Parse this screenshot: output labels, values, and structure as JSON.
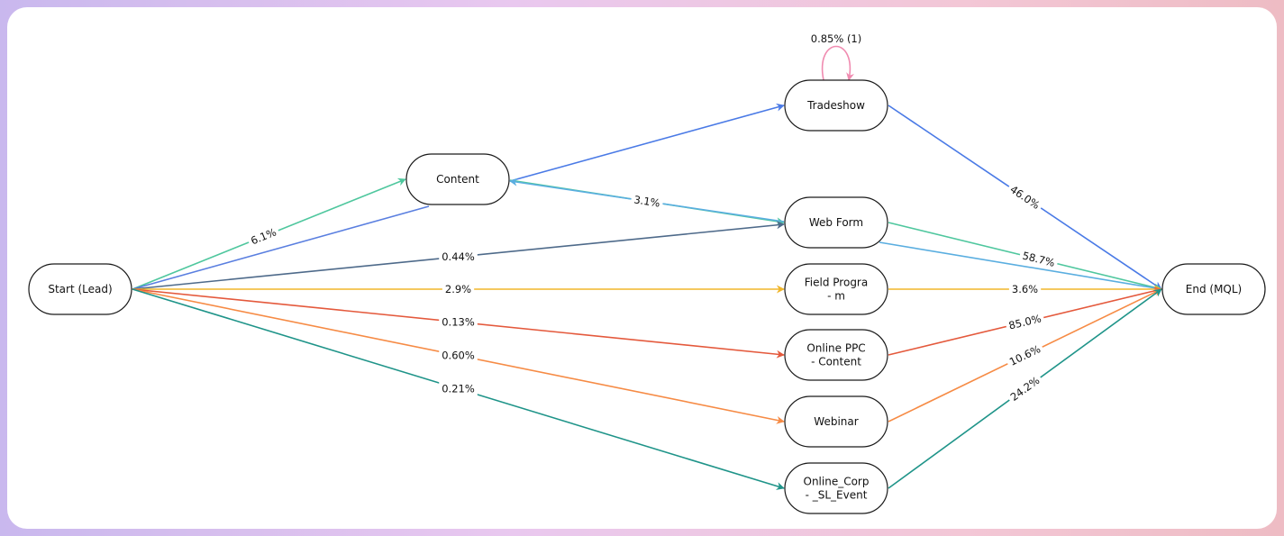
{
  "nodes": [
    {
      "id": "start",
      "lines": [
        "Start (Lead)"
      ]
    },
    {
      "id": "content",
      "lines": [
        "Content"
      ]
    },
    {
      "id": "tradeshow",
      "lines": [
        "Tradeshow"
      ]
    },
    {
      "id": "webform",
      "lines": [
        "Web Form"
      ]
    },
    {
      "id": "field",
      "lines": [
        "Field Progra",
        "- m"
      ]
    },
    {
      "id": "ppc",
      "lines": [
        "Online PPC",
        "- Content"
      ]
    },
    {
      "id": "webinar",
      "lines": [
        "Webinar"
      ]
    },
    {
      "id": "corp",
      "lines": [
        "Online_Corp",
        "- _SL_Event"
      ]
    },
    {
      "id": "end",
      "lines": [
        "End (MQL)"
      ]
    }
  ],
  "edges": [
    {
      "from": "start",
      "to": "content",
      "label": "6.1%",
      "color": "#4fc79e"
    },
    {
      "from": "content",
      "to": "start",
      "label": "",
      "color": "#5a7fe0"
    },
    {
      "from": "content",
      "to": "tradeshow",
      "label": "",
      "color": "#4a7ae6"
    },
    {
      "from": "content",
      "to": "webform",
      "label": "3.1%",
      "color": "#4fc79e"
    },
    {
      "from": "webform",
      "to": "content",
      "label": "",
      "color": "#5aaee0"
    },
    {
      "from": "start",
      "to": "webform",
      "label": "0.44%",
      "color": "#4e6a8a"
    },
    {
      "from": "start",
      "to": "field",
      "label": "2.9%",
      "color": "#f0b52a"
    },
    {
      "from": "start",
      "to": "ppc",
      "label": "0.13%",
      "color": "#e4593c"
    },
    {
      "from": "start",
      "to": "webinar",
      "label": "0.60%",
      "color": "#f68b45"
    },
    {
      "from": "start",
      "to": "corp",
      "label": "0.21%",
      "color": "#1f9489"
    },
    {
      "from": "tradeshow",
      "to": "end",
      "label": "46.0%",
      "color": "#4a7ae6"
    },
    {
      "from": "webform",
      "to": "end",
      "label": "58.7%",
      "color": "#4fc79e"
    },
    {
      "from": "webform",
      "to": "end",
      "label": "",
      "color": "#5aaee0"
    },
    {
      "from": "field",
      "to": "end",
      "label": "3.6%",
      "color": "#f0b52a"
    },
    {
      "from": "ppc",
      "to": "end",
      "label": "85.0%",
      "color": "#e4593c"
    },
    {
      "from": "webinar",
      "to": "end",
      "label": "10.6%",
      "color": "#f68b45"
    },
    {
      "from": "corp",
      "to": "end",
      "label": "24.2%",
      "color": "#1f9489"
    },
    {
      "from": "tradeshow",
      "to": "tradeshow",
      "label": "0.85% (1)",
      "color": "#f08bb0"
    }
  ]
}
